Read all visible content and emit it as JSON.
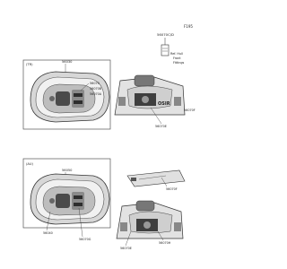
{
  "page_code": "F195",
  "diagram_labels": {
    "top_callout_part": "56070C/D",
    "ref_note_line1": "Ref. Hull",
    "ref_note_line2": "Front",
    "ref_note_line3": "Fittings",
    "section_1_tag": "(TR)",
    "section_1_parts": {
      "p56030": "56030",
      "p56070": "56070",
      "p56070b": "56070B",
      "p56070a": "56070A",
      "p56070e": "56070E",
      "p56070f": "56070F"
    },
    "section_2_tag": "(AU)",
    "section_2_parts": {
      "p56050": "56050",
      "p56070f_b": "56070F",
      "p56070e_b": "56070E",
      "p56040": "56040",
      "p56070g": "56070G",
      "p56070h": "56070H"
    }
  }
}
